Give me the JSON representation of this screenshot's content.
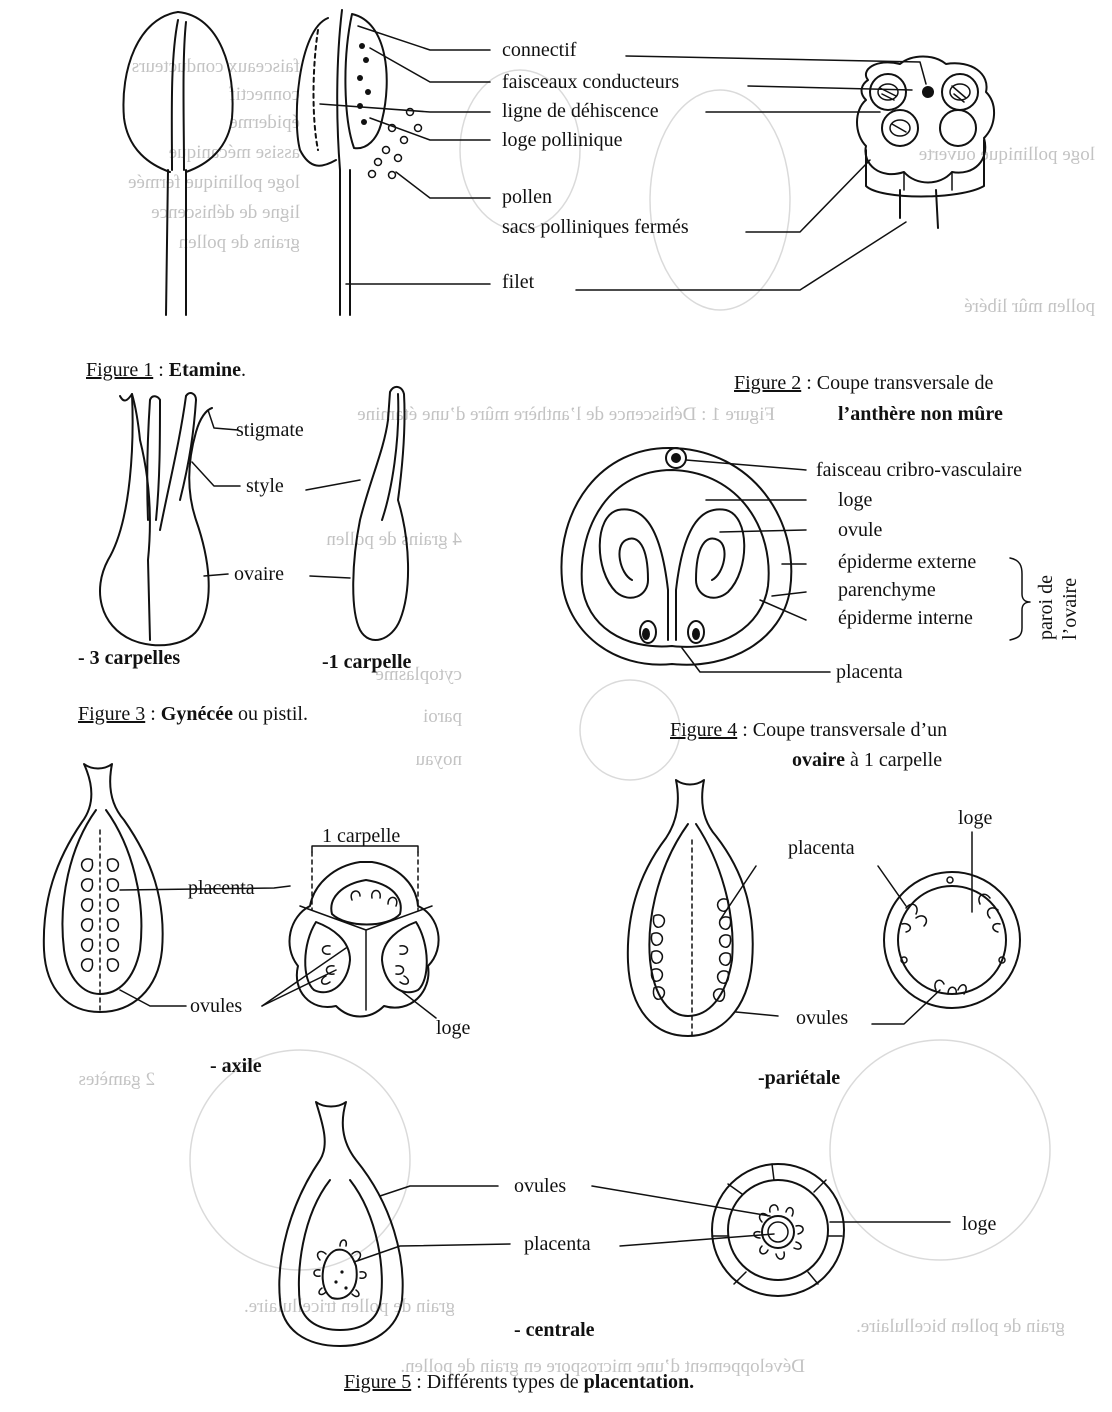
{
  "labels": {
    "connectif": "connectif",
    "faisceaux_conducteurs": "faisceaux conducteurs",
    "ligne_dehiscence": "ligne de déhiscence",
    "loge_pollinique": "loge pollinique",
    "pollen": "pollen",
    "sacs_polliniques_fermes": "sacs polliniques fermés",
    "filet": "filet",
    "stigmate": "stigmate",
    "style": "style",
    "ovaire": "ovaire",
    "faisceau_cribro": "faisceau cribro-vasculaire",
    "loge": "loge",
    "ovule": "ovule",
    "epiderme_externe": "épiderme externe",
    "parenchyme": "parenchyme",
    "epiderme_interne": "épiderme interne",
    "paroi_de": "paroi de",
    "l_ovaire": "l’ovaire",
    "placenta": "placenta",
    "un_carpelle": "1 carpelle",
    "ovules": "ovules"
  },
  "captions": {
    "fig1_prefix": "Figure 1",
    "fig1_sep": " : ",
    "fig1_title": "Etamine",
    "fig1_end": ".",
    "fig2_prefix": "Figure 2",
    "fig2_line1": " : Coupe transversale de",
    "fig2_line2": "l’anthère non mûre",
    "fig3_prefix": "Figure 3",
    "fig3_sep": " : ",
    "fig3_bold": "Gynécée",
    "fig3_rest": " ou pistil.",
    "fig4_prefix": "Figure 4",
    "fig4_line1": " : Coupe transversale d’un",
    "fig4_bold": "ovaire",
    "fig4_rest": " à 1 carpelle",
    "fig5_prefix": "Figure 5",
    "fig5_sep": " : Différents types de ",
    "fig5_bold": "placentation."
  },
  "subcaptions": {
    "trois_carpelles": "- 3 carpelles",
    "un_carpelle": "-1 carpelle",
    "axile": "- axile",
    "parietale": "-pariétale",
    "centrale": "- centrale"
  },
  "bleed_through": [
    "faisceaux conducteurs",
    "connectif",
    "épiderme",
    "assise mécanique",
    "loge pollinique fermée",
    "ligne de déhiscence",
    "grains de pollen",
    "loge pollinique ouverte",
    "pollen mûr libéré",
    "Figure 1 : Déhiscence de l’anthère mûre d’une étamine",
    "4 grains de pollen",
    "cytoplasme",
    "paroi",
    "noyau",
    "2 gamètes",
    "grain de pollen tricellulaire.",
    "grain de pollen bicellulaire.",
    "Développement d’une microspore en grain de pollen."
  ]
}
